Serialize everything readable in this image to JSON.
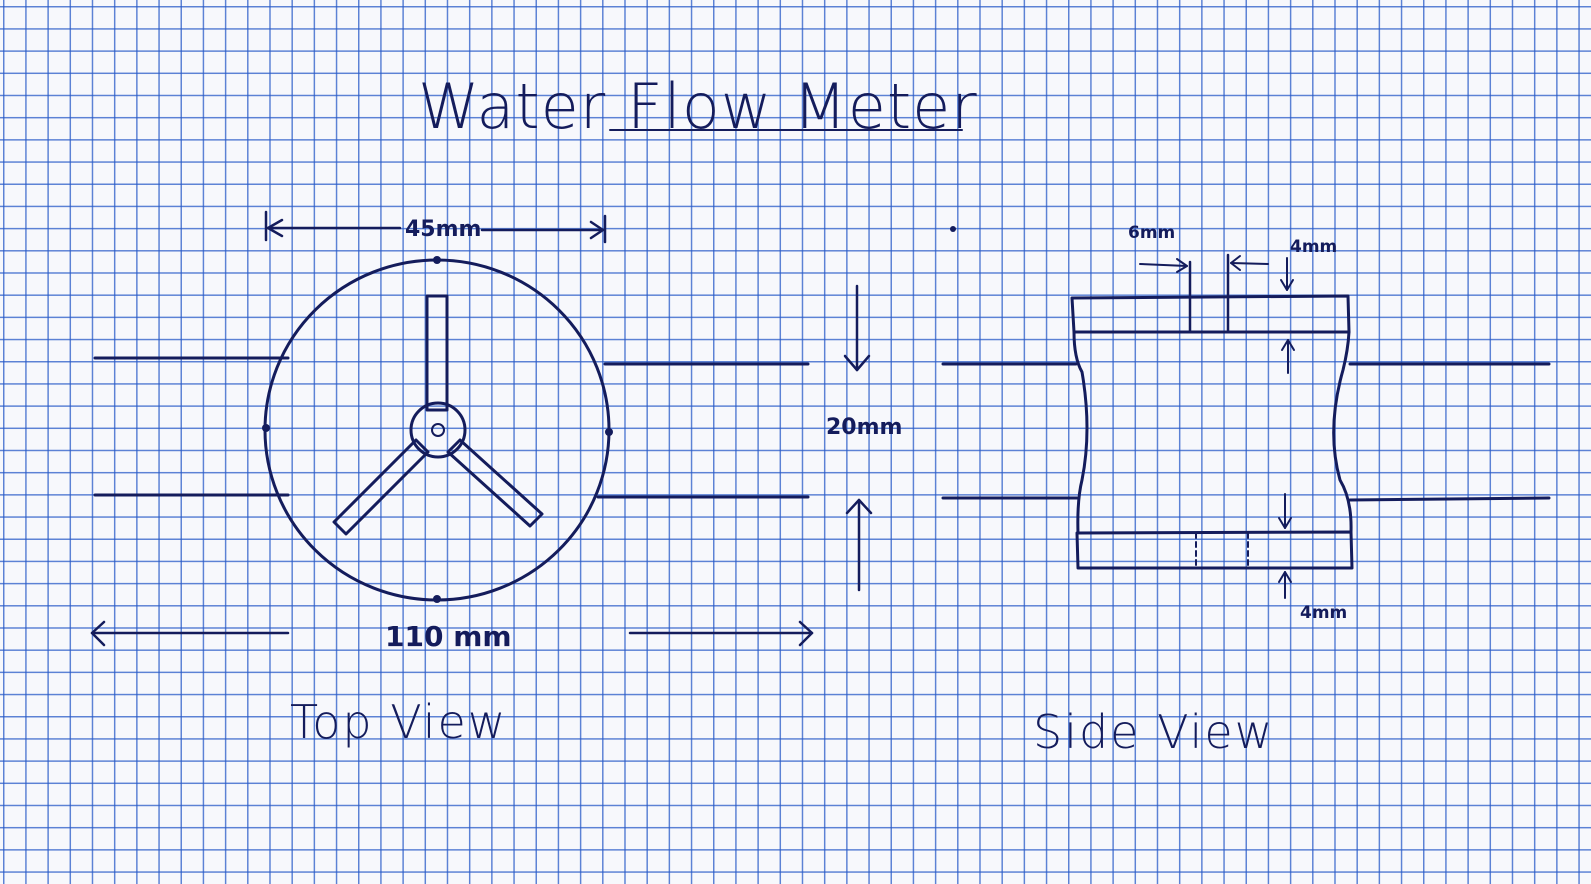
{
  "title": "Water Flow Meter",
  "top_view": {
    "label": "Top View",
    "diameter_dim": "45mm",
    "length_dim": "110 mm"
  },
  "pipe_dim": "20mm",
  "side_view": {
    "label": "Side View",
    "dim_slot": "6mm",
    "dim_top_wall": "4mm",
    "dim_bottom_wall": "4mm"
  },
  "colors": {
    "ink": "#141c5c",
    "grid": "#285ac8",
    "paper": "#f7f8fc"
  }
}
